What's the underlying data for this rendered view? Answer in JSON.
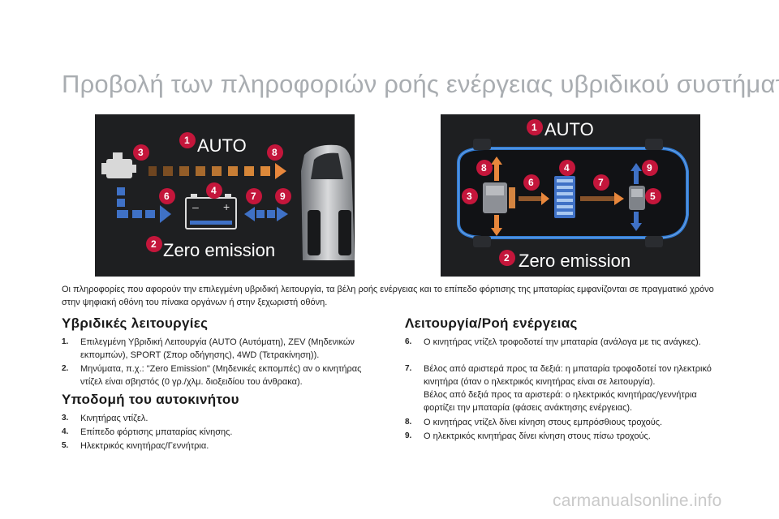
{
  "page_title": "Προβολή των πληροφοριών ροής ενέργειας υβριδικού συστήματος",
  "panels": {
    "left": {
      "mode_top": "AUTO",
      "mode_bottom": "Zero emission",
      "badges": [
        "1",
        "2",
        "3",
        "4",
        "6",
        "7",
        "8",
        "9"
      ],
      "colors": {
        "arrow": "#3f71c6",
        "arrow_orange": "#e8873c",
        "badge": "#c4163b",
        "icon": "#dcdcdc"
      }
    },
    "right": {
      "mode_top": "AUTO",
      "mode_bottom": "Zero emission",
      "badges": [
        "1",
        "2",
        "3",
        "4",
        "5",
        "6",
        "7",
        "8",
        "9"
      ],
      "colors": {
        "car_glow": "#2f7ad3",
        "arrow_orange": "#e8873c",
        "badge": "#c4163b"
      }
    }
  },
  "intro": "Οι πληροφορίες που αφορούν την επιλεγμένη υβριδική λειτουργία, τα βέλη ροής ενέργειας και το επίπεδο φόρτισης της μπαταρίας εμφανίζονται σε πραγματικό χρόνο στην ψηφιακή οθόνη του πίνακα οργάνων ή στην ξεχωριστή οθόνη.",
  "sections": {
    "hybrid_modes": {
      "heading": "Υβριδικές λειτουργίες",
      "items": [
        {
          "num": "1.",
          "text": "Επιλεγμένη Υβριδική Λειτουργία (AUTO (Αυτόματη), ZEV (Μηδενικών εκπομπών), SPORT (Σπορ οδήγησης), 4WD (Τετρακίνηση))."
        },
        {
          "num": "2.",
          "text": "Μηνύματα, π.χ.: \"Zero Emission\" (Μηδενικές εκπομπές) αν ο κινητήρας ντίζελ είναι σβηστός (0 γρ./χλμ. διοξειδίου του άνθρακα)."
        }
      ]
    },
    "vehicle_structure": {
      "heading": "Υποδομή του αυτοκινήτου",
      "items": [
        {
          "num": "3.",
          "text": "Κινητήρας ντίζελ."
        },
        {
          "num": "4.",
          "text": "Επίπεδο φόρτισης μπαταρίας κίνησης."
        },
        {
          "num": "5.",
          "text": "Ηλεκτρικός κινητήρας/Γεννήτρια."
        }
      ]
    },
    "energy_flow": {
      "heading": "Λειτουργία/Ροή ενέργειας",
      "items": [
        {
          "num": "6.",
          "text": "Ο κινητήρας ντίζελ τροφοδοτεί την μπαταρία (ανάλογα με τις ανάγκες)."
        },
        {
          "num": "7.",
          "text": "Βέλος από αριστερά προς τα δεξιά: η μπαταρία τροφοδοτεί τον ηλεκτρικό κινητήρα (όταν ο ηλεκτρικός κινητήρας είναι σε λειτουργία).",
          "extra": "Βέλος από δεξιά προς τα αριστερά: ο ηλεκτρικός κινητήρας/γεννήτρια φορτίζει την μπαταρία (φάσεις ανάκτησης ενέργειας)."
        },
        {
          "num": "8.",
          "text": "Ο κινητήρας ντίζελ δίνει κίνηση στους εμπρόσθιους τροχούς."
        },
        {
          "num": "9.",
          "text": "Ο ηλεκτρικός κινητήρας δίνει κίνηση στους πίσω τροχούς."
        }
      ]
    }
  },
  "watermark": "carmanualsonline.info"
}
